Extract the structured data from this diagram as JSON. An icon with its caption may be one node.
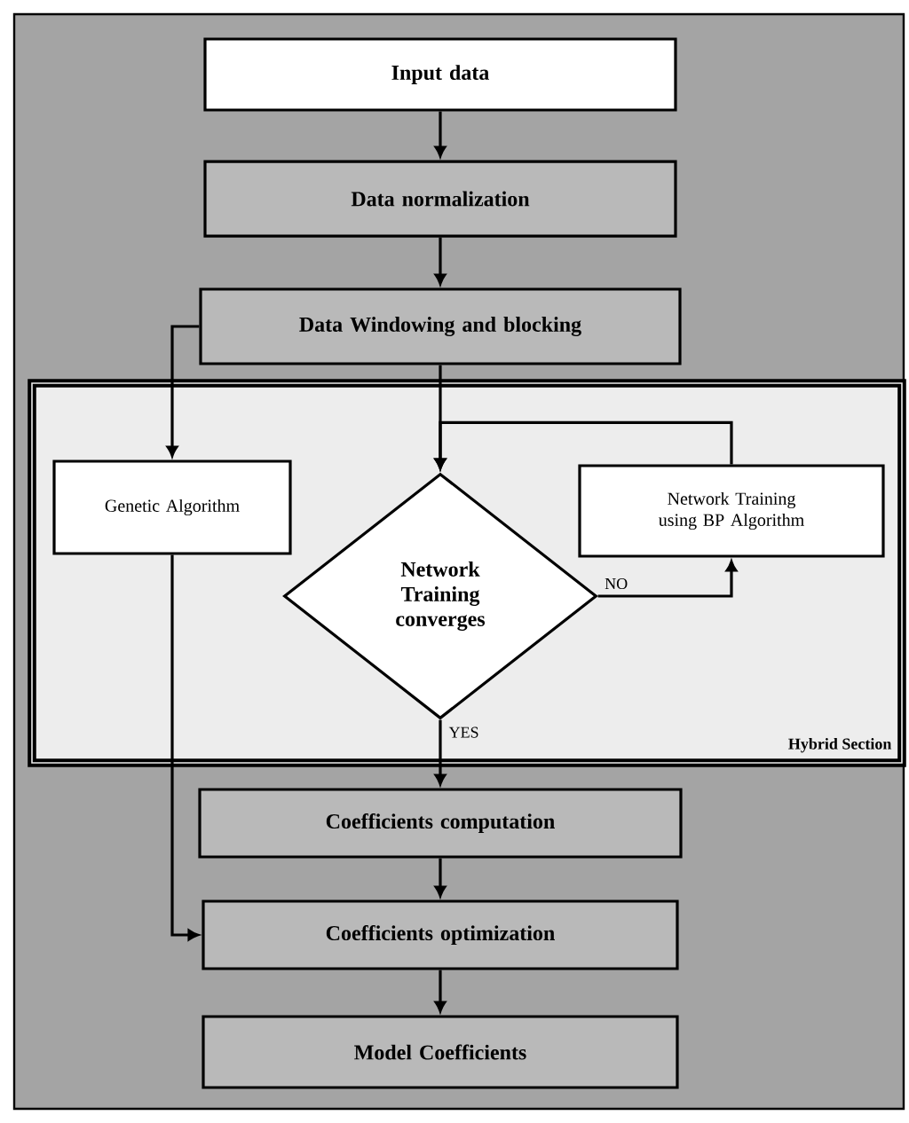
{
  "diagram": {
    "nodes": [
      {
        "text": [
          "Input data"
        ]
      },
      {
        "text": [
          "Data normalization"
        ]
      },
      {
        "text": [
          "Data Windowing and blocking"
        ]
      },
      {
        "text": [
          "Hybrid Section"
        ]
      },
      {
        "text": [
          "Genetic Algorithm"
        ],
        "in": 3
      },
      {
        "text": [
          "Network Training converges"
        ],
        "in": 3
      },
      {
        "text": [
          "Network Training using BP Algorithm"
        ],
        "in": 3
      },
      {
        "text": [
          "Coefficients computation"
        ]
      },
      {
        "text": [
          "Coefficients optimization"
        ]
      },
      {
        "text": [
          "Model Coefficients"
        ]
      }
    ],
    "edges": [
      {
        "from": 0,
        "to": 1,
        "arrow": "to"
      },
      {
        "from": 1,
        "to": 2,
        "arrow": "to"
      },
      {
        "from": 2,
        "to": 4,
        "arrow": "to"
      },
      {
        "from": 2,
        "to": 5,
        "arrow": "to"
      },
      {
        "from": 5,
        "to": 6,
        "arrow": "to",
        "label": "NO"
      },
      {
        "from": 6,
        "to": 5,
        "arrow": "to"
      },
      {
        "from": 5,
        "to": 7,
        "arrow": "to",
        "label": "YES"
      },
      {
        "from": 4,
        "to": 8,
        "arrow": "to"
      },
      {
        "from": 7,
        "to": 8,
        "arrow": "to"
      },
      {
        "from": 8,
        "to": 9,
        "arrow": "to"
      }
    ]
  }
}
